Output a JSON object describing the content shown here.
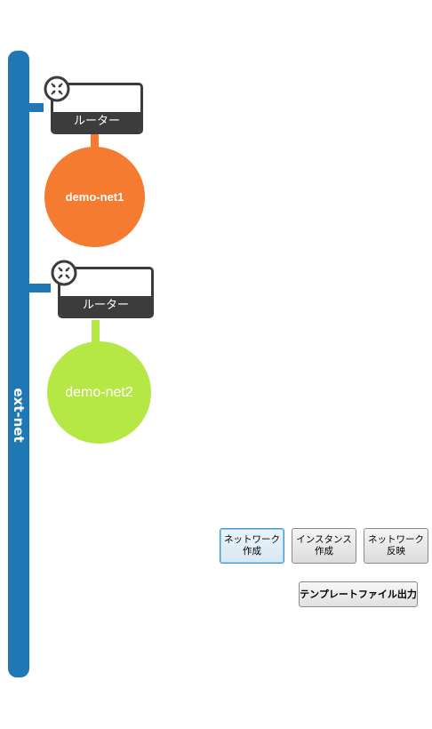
{
  "ext_net": {
    "label": "ext-net",
    "color": "#1f77b4"
  },
  "routers": [
    {
      "label": "ルーター",
      "icon": "router-icon"
    },
    {
      "label": "ルーター",
      "icon": "router-icon"
    }
  ],
  "networks": [
    {
      "label": "demo-net1",
      "color": "#f57b31"
    },
    {
      "label": "demo-net2",
      "color": "#b5e745"
    }
  ],
  "buttons": {
    "create_network": "ネットワーク\n作成",
    "create_instance": "インスタンス\n作成",
    "apply_network": "ネットワーク\n反映",
    "export_template": "テンプレートファイル出力"
  }
}
